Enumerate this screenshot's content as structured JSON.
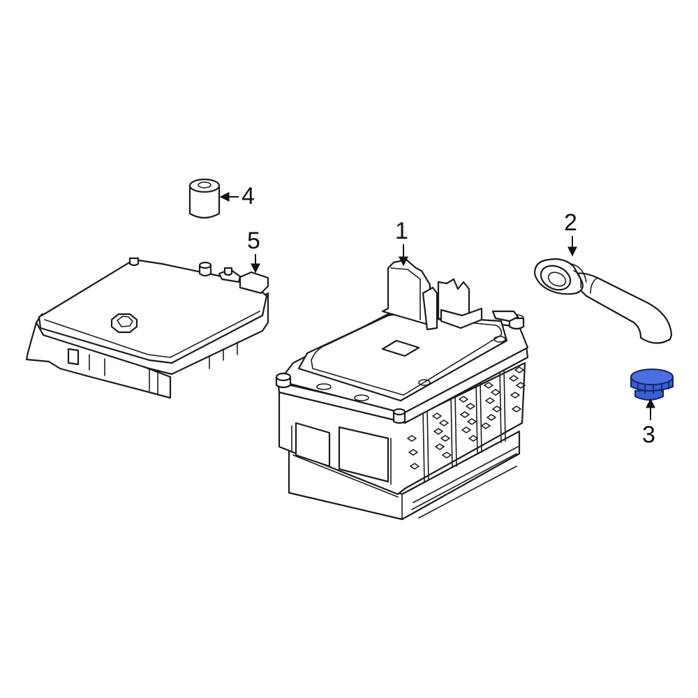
{
  "callouts": [
    {
      "label": "1",
      "part": "battery-pack-assembly"
    },
    {
      "label": "2",
      "part": "duct-hose"
    },
    {
      "label": "3",
      "part": "plug-cap"
    },
    {
      "label": "4",
      "part": "spacer-bushing"
    },
    {
      "label": "5",
      "part": "control-module"
    }
  ],
  "colors": {
    "line": "#1a1a1a",
    "highlight_fill": "#3a5fd0",
    "highlight_stroke": "#12206e",
    "background": "#ffffff"
  }
}
